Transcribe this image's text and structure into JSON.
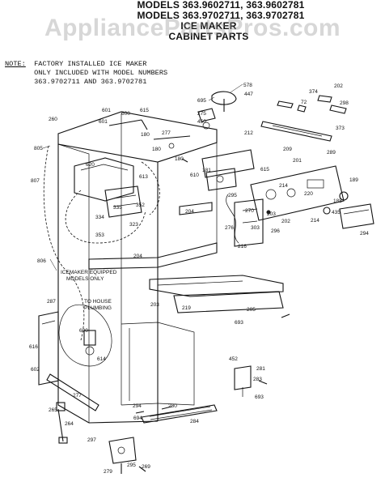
{
  "header": {
    "line1": "MODELS 363.9602711, 363.9602781",
    "line2": "MODELS 363.9702711, 363.9702781",
    "line3": "ICE MAKER",
    "line4": "CABINET PARTS"
  },
  "watermark": "AppliancePartsPros.com",
  "note": {
    "label": "NOTE:",
    "line1": "FACTORY INSTALLED ICE MAKER",
    "line2": "ONLY INCLUDED WITH MODEL NUMBERS",
    "line3": "363.9702711 AND 363.9702781"
  },
  "callouts": {
    "icemaker_equipped": [
      "ICEMAKER EQUIPPED",
      "MODELS ONLY"
    ],
    "house_plumbing": [
      "TO HOUSE",
      "PLUMBING"
    ]
  },
  "part_labels": [
    "578",
    "447",
    "695",
    "275",
    "450",
    "202",
    "374",
    "72",
    "298",
    "373",
    "601",
    "615",
    "600",
    "601",
    "260",
    "805",
    "180",
    "277",
    "180",
    "807",
    "212",
    "610",
    "615",
    "180",
    "181",
    "289",
    "201",
    "209",
    "620",
    "613",
    "214",
    "220",
    "189",
    "188",
    "435",
    "294",
    "202",
    "214",
    "203",
    "296",
    "295",
    "335",
    "352",
    "334",
    "323",
    "353",
    "204",
    "270",
    "303",
    "276",
    "216",
    "806",
    "204",
    "203",
    "219",
    "205",
    "693",
    "287",
    "600",
    "614",
    "616",
    "602",
    "277",
    "265",
    "264",
    "452",
    "281",
    "283",
    "693",
    "294",
    "694",
    "280",
    "284",
    "297",
    "279",
    "295",
    "269"
  ]
}
